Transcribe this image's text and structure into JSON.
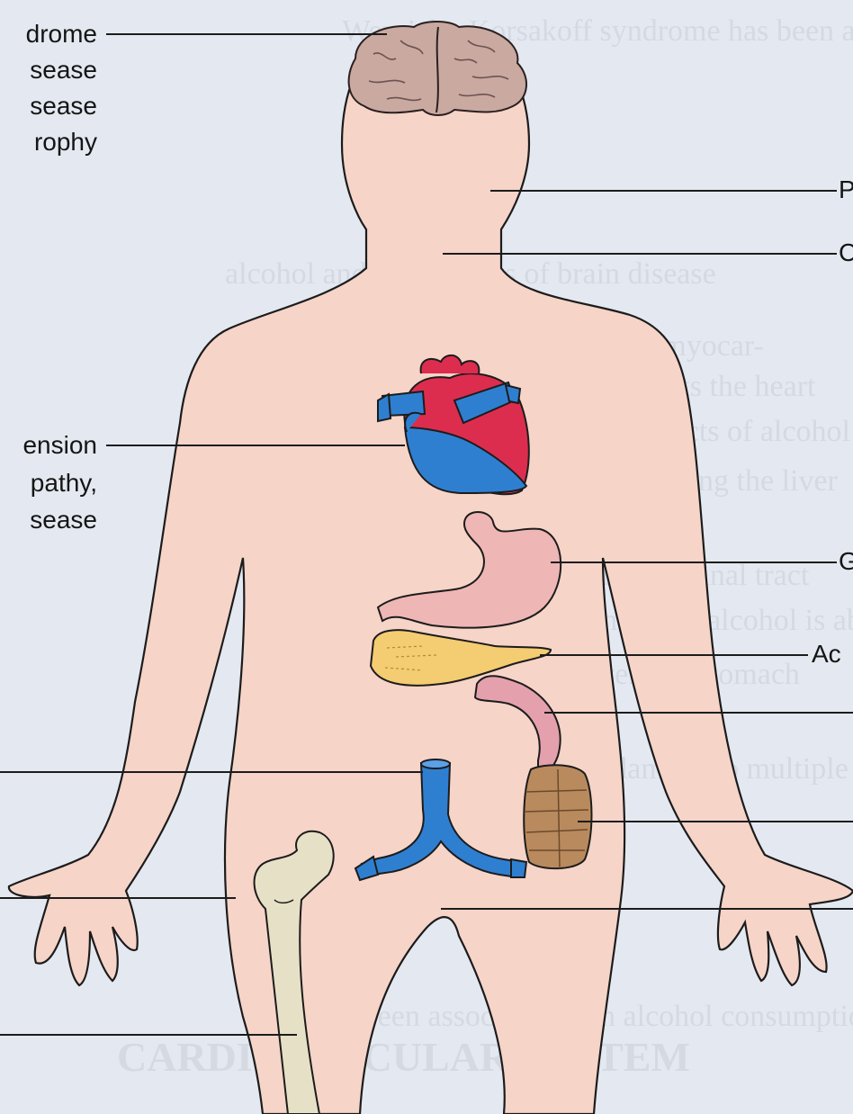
{
  "labels": {
    "left": [
      "drome",
      "sease",
      "sease",
      "rophy",
      "ension",
      "pathy,",
      "sease"
    ],
    "right": [
      "P",
      "C",
      "G",
      "Ac"
    ]
  },
  "watermark_lines": [
    "Wernicke-Korsakoff syndrome has been associated",
    "alcohol and other forms of brain disease",
    "have also shown a link to alcoholic myocar-",
    "diopathy indicating that alcohol affects the heart",
    "These sections describe the effects of alcohol on each",
    "organ system of the body including the liver",
    "and pancreas and the gastrointestinal tract",
    "the body pathway through which alcohol is absorbed",
    "and metabolized in the liver and stomach",
    "chronic use may result in damage to multiple organs",
    "CARDIOVASCULAR SYSTEM",
    "have been associated with alcohol consumption"
  ],
  "colors": {
    "skin": "#f6d4c8",
    "brain": "#c9a9a0",
    "heart_red": "#dd2d4e",
    "vessel_blue": "#2f7fd1",
    "stomach": "#efb6b6",
    "pancreas": "#f4cc71",
    "bone": "#e6e0c6",
    "intestine": "#b98a5e"
  }
}
